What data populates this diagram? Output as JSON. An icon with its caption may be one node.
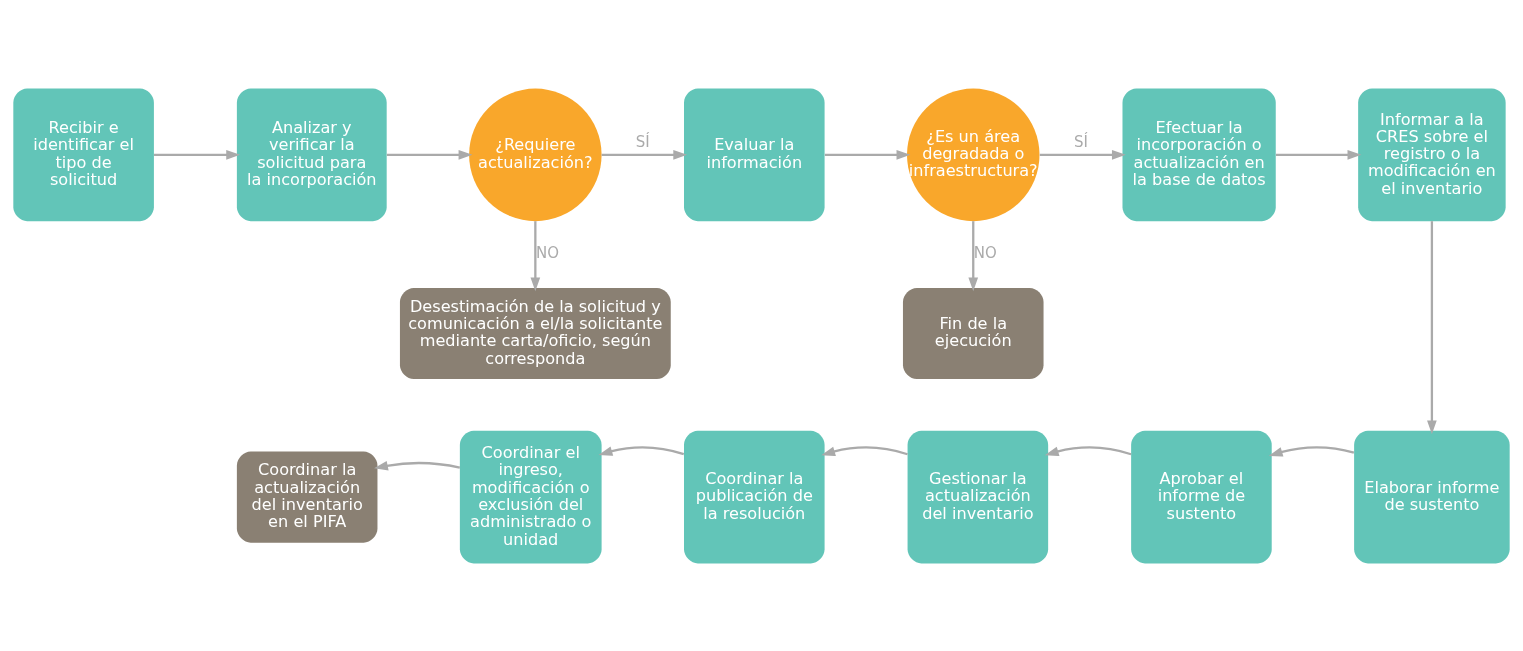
{
  "diagram": {
    "nodes": [
      {
        "text": [
          "Recibir e identificar el tipo de solicitud"
        ]
      },
      {
        "text": [
          "Analizar y verificar la solicitud para la incorporación"
        ]
      },
      {
        "text": [
          "¿Requiere actualización?"
        ]
      },
      {
        "text": [
          "Evaluar la información"
        ]
      },
      {
        "text": [
          "¿Es un área degradada o infraestructura?"
        ]
      },
      {
        "text": [
          "Efectuar la incorporación o actualización en la base de datos"
        ]
      },
      {
        "text": [
          "Informar a la CRES sobre el registro o la modificación en el inventario"
        ]
      },
      {
        "text": [
          "Desestimación de la solicitud y comunicación a el/la solicitante mediante carta/oficio, según corresponda"
        ]
      },
      {
        "text": [
          "Fin de la ejecución"
        ]
      },
      {
        "text": [
          "Elaborar informe de sustento"
        ]
      },
      {
        "text": [
          "Aprobar el informe de sustento"
        ]
      },
      {
        "text": [
          "Gestionar la actualización del inventario"
        ]
      },
      {
        "text": [
          "Coordinar la publicación de la resolución"
        ]
      },
      {
        "text": [
          "Coordinar el ingreso, modificación o exclusión del administrado o unidad"
        ]
      },
      {
        "text": [
          "Coordinar la actualización del inventario en el PIFA"
        ]
      }
    ],
    "edges": [
      {
        "from": 0,
        "to": 1,
        "arrow": "to"
      },
      {
        "from": 1,
        "to": 2,
        "arrow": "to"
      },
      {
        "from": 2,
        "to": 3,
        "label": "SÍ",
        "arrow": "to"
      },
      {
        "from": 2,
        "to": 7,
        "label": "NO",
        "arrow": "to"
      },
      {
        "from": 3,
        "to": 4,
        "arrow": "to"
      },
      {
        "from": 4,
        "to": 5,
        "label": "SÍ",
        "arrow": "to"
      },
      {
        "from": 4,
        "to": 8,
        "label": "NO",
        "arrow": "to"
      },
      {
        "from": 5,
        "to": 6,
        "arrow": "to"
      },
      {
        "from": 6,
        "to": 9,
        "arrow": "to"
      },
      {
        "from": 9,
        "to": 10,
        "arrow": "to"
      },
      {
        "from": 10,
        "to": 11,
        "arrow": "to"
      },
      {
        "from": 11,
        "to": 12,
        "arrow": "to"
      },
      {
        "from": 12,
        "to": 13,
        "arrow": "to"
      },
      {
        "from": 13,
        "to": 14,
        "arrow": "to"
      }
    ]
  }
}
